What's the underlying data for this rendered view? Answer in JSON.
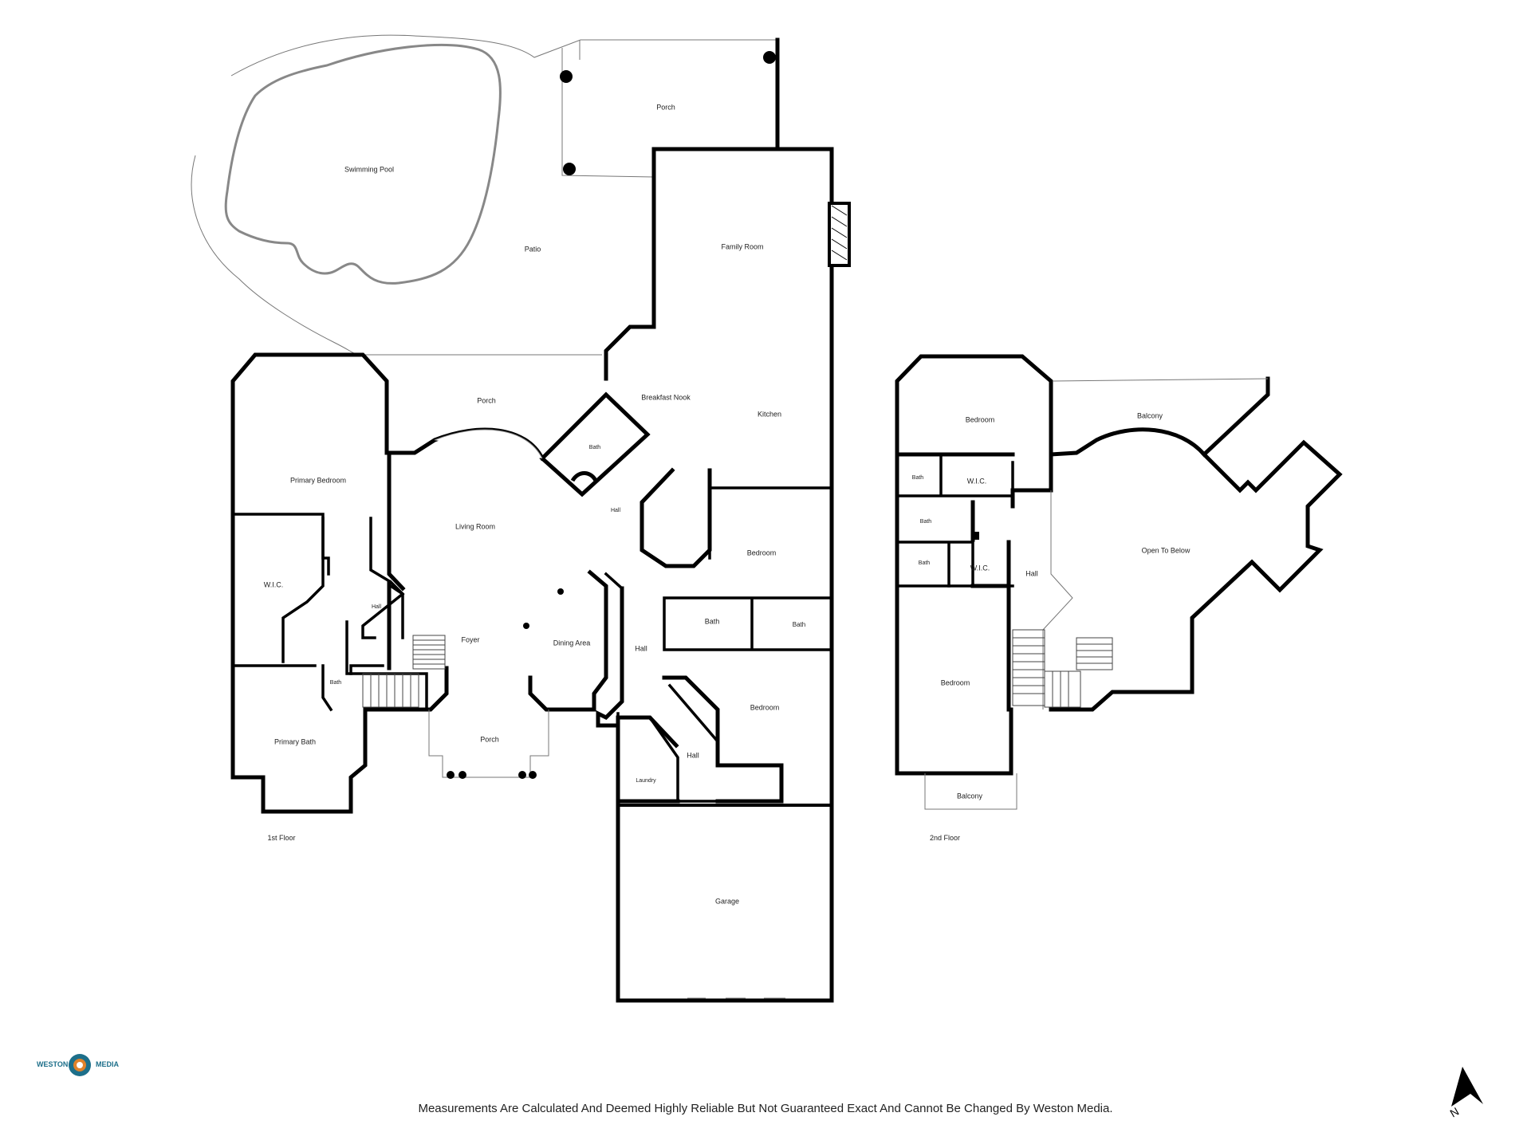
{
  "rooms": {
    "porch_top": "Porch",
    "swimming_pool": "Swimming Pool",
    "patio": "Patio",
    "family_room": "Family Room",
    "porch_mid": "Porch",
    "breakfast_nook": "Breakfast Nook",
    "kitchen": "Kitchen",
    "bath_nook": "Bath",
    "primary_bedroom": "Primary Bedroom",
    "living_room": "Living Room",
    "hall_center": "Hall",
    "bedroom_east1": "Bedroom",
    "wic_first": "W.I.C.",
    "hall_small": "Hall",
    "bath_a": "Bath",
    "bath_b": "Bath",
    "foyer": "Foyer",
    "dining_area": "Dining Area",
    "hall_long": "Hall",
    "bath_primary_small": "Bath",
    "bedroom_east2": "Bedroom",
    "porch_front": "Porch",
    "primary_bath": "Primary Bath",
    "hall_laundry": "Hall",
    "laundry": "Laundry",
    "garage": "Garage",
    "up_bedroom_top": "Bedroom",
    "up_balcony_top": "Balcony",
    "up_bath1": "Bath",
    "up_wic1": "W.I.C.",
    "up_bath2": "Bath",
    "up_bath3": "Bath",
    "up_wic2": "W.I.C.",
    "up_hall": "Hall",
    "up_open_below": "Open To Below",
    "up_bedroom_bottom": "Bedroom",
    "up_balcony_bottom": "Balcony"
  },
  "floors": {
    "first": "1st Floor",
    "second": "2nd Floor"
  },
  "logo": {
    "left_text": "WESTON",
    "right_text": "MEDIA",
    "brand_color": "#1d6f8a",
    "accent_color": "#e0822a"
  },
  "compass": {
    "label": "N",
    "icon": "north-arrow-icon"
  },
  "disclaimer": "Measurements Are Calculated And Deemed Highly Reliable But Not Guaranteed Exact And Cannot Be Changed By Weston Media."
}
